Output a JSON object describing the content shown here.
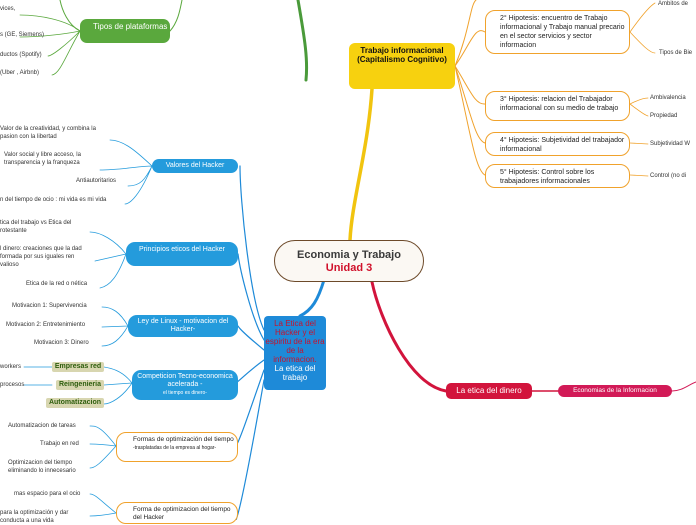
{
  "center": {
    "title": "Economia y Trabajo",
    "subtitle": "Unidad 3"
  },
  "top_left": {
    "tipos_plataformas": "Tipos de plataformas",
    "items": [
      "vices,",
      "s (GE, Siemens)",
      "ductos (Spotify)",
      "(Uber , Airbnb)"
    ]
  },
  "trabajo": {
    "label": "Trabajo informacional (Capitalismo Cognitivo)",
    "hyp2": "2° Hipotesis: encuentro de Trabajo informacional y Trabajo manual precario en el sector servicios y sector informacion",
    "hyp2_leaves": [
      "Ambitos de",
      "Tipos de Bie"
    ],
    "hyp3": "3° Hipotesis: relacion del Trabajador informacional con su medio de trabajo",
    "hyp3_leaves": [
      "Ambivalencia",
      "Propiedad"
    ],
    "hyp4": "4° Hipotesis: Subjetividad del trabajador informacional",
    "hyp4_leaf": "Subjetividad W",
    "hyp5": "5° Hipotesis: Control sobre los trabajadores informacionales",
    "hyp5_leaf": "Control (no di"
  },
  "etica_dinero": {
    "label": "La etica del dinero",
    "child": "Economias de la Informacion"
  },
  "hacker": {
    "label_red": "La Etica del Hacker y el espiritu de la era de la informacion.",
    "label_white": "La etica del trabajo",
    "valores": {
      "label": "Valores del Hacker",
      "leaves": [
        "Valor de la creatividad, y combina la pasion con la libertad",
        "Valor social y libre acceso, la transparencia y la franqueza",
        "Antiautoritarios",
        "n del tiempo de ocio : mi vida es mi vida"
      ]
    },
    "principios": {
      "label": "Principios eticos del Hacker",
      "leaves": [
        "tica del trabajo vs Etica del rotestante",
        "l dinero: creaciones que la dad formada por sus iguales ren valioso",
        "Etica de la red o nética"
      ]
    },
    "linux": {
      "label": "Ley de Linux - motivacion del Hacker-",
      "leaves": [
        "Motivacion 1: Supervivencia",
        "Motivacion 2: Entretenimiento",
        "Motivacion 3: Dinero"
      ]
    },
    "competicion": {
      "label": "Competicion Tecno-economica acelerada -",
      "sub": "el tiempo es dinero-",
      "olive": [
        "Empresas red",
        "Reingenieria",
        "Automatizacion"
      ],
      "leaves": [
        "workers",
        "procesos"
      ]
    },
    "formas": {
      "label": "Formas de optimización del tiempo",
      "sub": "-trasplatadas de la empresa al hogar-",
      "leaves": [
        "Automatizacion de tareas",
        "Trabajo en red",
        "Optimizacion del tiempo eliminando lo innecesario"
      ]
    },
    "forma2": {
      "label": "Forma de optimizacion del tiempo del Hacker",
      "leaves": [
        "mas espacio para el ocio",
        "para la optimización y dar conducta a una vida"
      ]
    }
  },
  "colors": {
    "brown": "#6d4a2a",
    "green": "#5aa83d",
    "yellow": "#f7d10f",
    "blue": "#1e8ad8",
    "orange": "#f0a22c",
    "crimson": "#d2143c",
    "red": "#d0112b"
  }
}
